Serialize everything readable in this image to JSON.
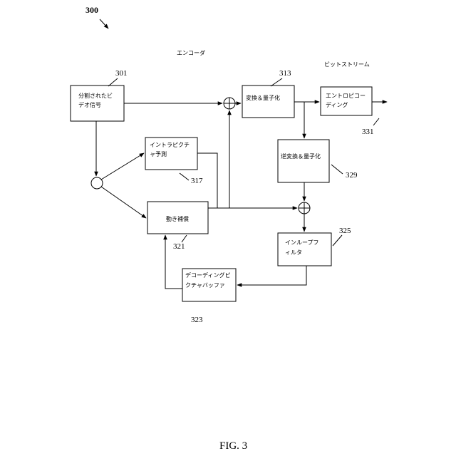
{
  "figure": {
    "number": "300",
    "caption": "FIG. 3"
  },
  "labels": {
    "encoder": "エンコーダ",
    "bitstream": "ビットストリーム"
  },
  "blocks": {
    "video": {
      "line1": "分割されたビ",
      "line2": "デオ信号",
      "ref": "301"
    },
    "transform": {
      "label": "変換＆量子化",
      "ref": "313"
    },
    "entropy": {
      "line1": "エントロピコー",
      "line2": "ディング",
      "ref": "331"
    },
    "intra": {
      "line1": "イントラピクチ",
      "line2": "ャ予測",
      "ref": "317"
    },
    "inverse": {
      "label": "逆変換＆量子化",
      "ref": "329"
    },
    "motion": {
      "label": "動き補償",
      "ref": "321"
    },
    "loop_filter": {
      "line1": "インループフ",
      "line2": "ィルタ",
      "ref": "325"
    },
    "buffer": {
      "line1": "デコーディングピ",
      "line2": "クチャバッファ",
      "ref": "323"
    }
  }
}
